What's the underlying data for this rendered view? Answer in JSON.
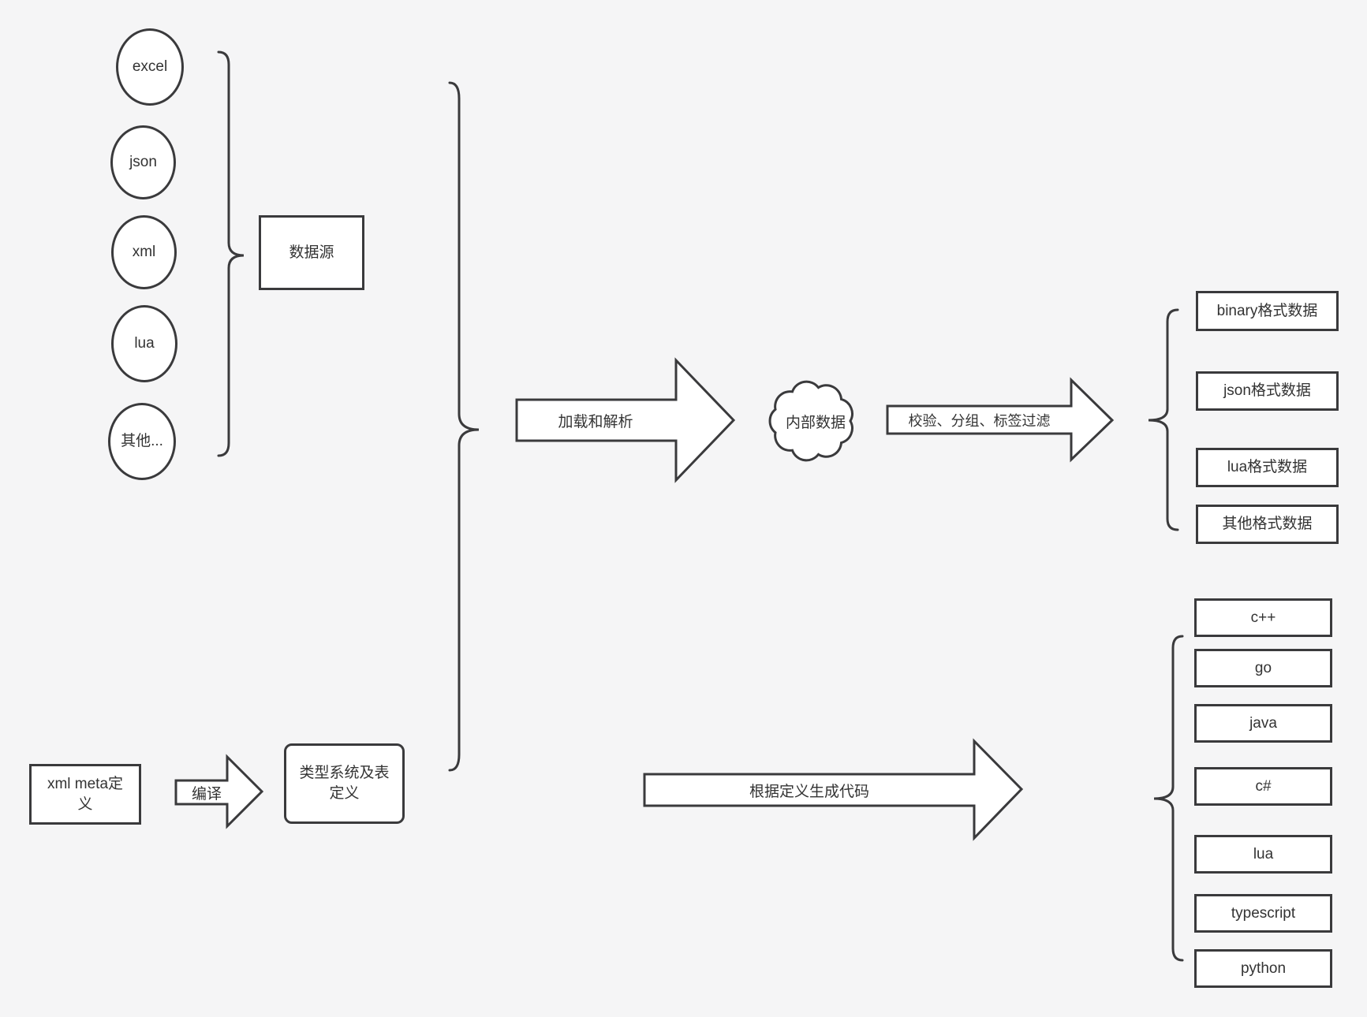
{
  "canvas": {
    "background_color": "#f5f5f6",
    "stroke_color": "#3a3a3c",
    "shape_fill_color": "#ffffff",
    "text_color": "#333333"
  },
  "sources": {
    "items": [
      "excel",
      "json",
      "xml",
      "lua",
      "其他..."
    ],
    "group_label": "数据源"
  },
  "pipeline": {
    "load_arrow_label": "加载和解析",
    "internal_data_label": "内部数据",
    "filter_arrow_label": "校验、分组、标签过滤",
    "output_formats": [
      "binary格式数据",
      "json格式数据",
      "lua格式数据",
      "其他格式数据"
    ]
  },
  "definition": {
    "meta_label": "xml meta定义",
    "compile_arrow_label": "编译",
    "type_system_label": "类型系统及表定义",
    "codegen_arrow_label": "根据定义生成代码",
    "languages": [
      "c++",
      "go",
      "java",
      "c#",
      "lua",
      "typescript",
      "python"
    ]
  }
}
